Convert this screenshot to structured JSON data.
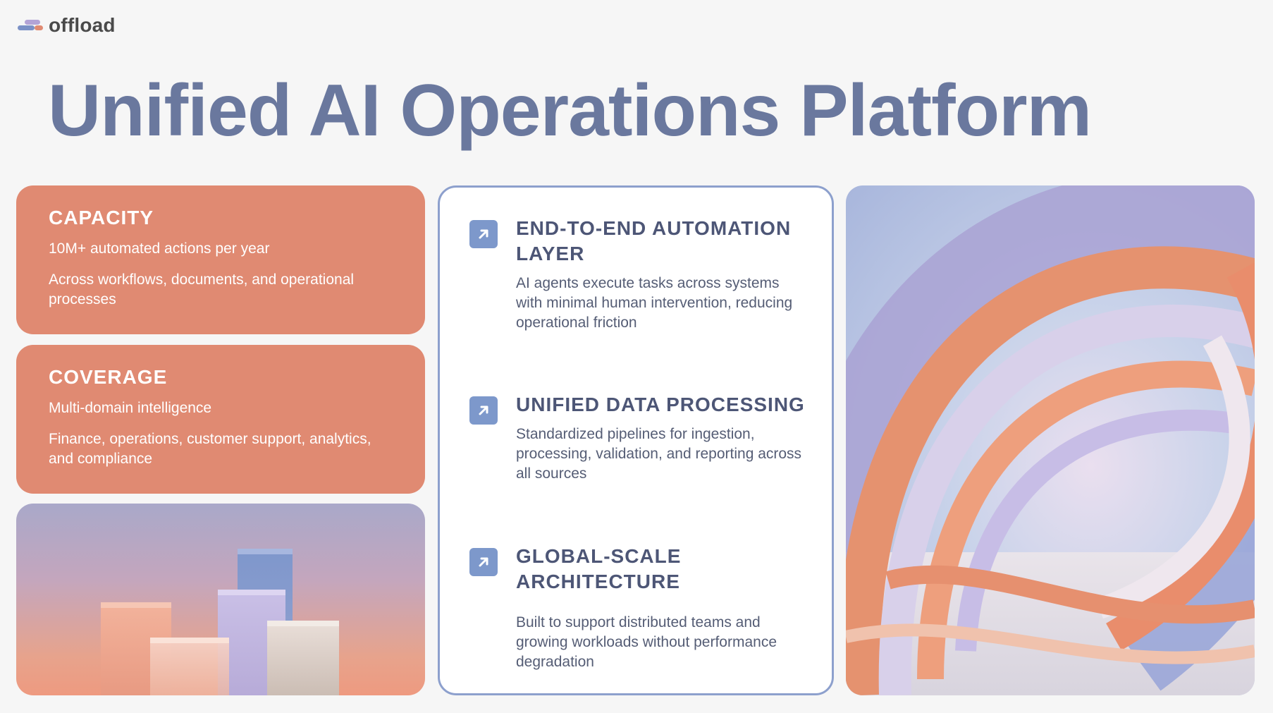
{
  "brand": {
    "name": "offload",
    "colors": {
      "accent": "#e08a72",
      "title": "#6a789e",
      "icon": "#7d98cb"
    }
  },
  "title": "Unified AI Operations Platform",
  "stats": [
    {
      "heading": "CAPACITY",
      "line1": "10M+ automated actions per year",
      "line2": "Across workflows, documents, and operational processes"
    },
    {
      "heading": "COVERAGE",
      "line1": "Multi-domain intelligence",
      "line2": "Finance, operations, customer support, analytics, and compliance"
    }
  ],
  "features": [
    {
      "icon": "arrow-up-right-icon",
      "title": "END-TO-END AUTOMATION LAYER",
      "desc": "AI agents execute tasks across systems with minimal human intervention, reducing operational friction"
    },
    {
      "icon": "arrow-up-right-icon",
      "title": "UNIFIED DATA PROCESSING",
      "desc": "Standardized pipelines for ingestion, processing, validation, and reporting across all sources"
    },
    {
      "icon": "arrow-up-right-icon",
      "title": "GLOBAL-SCALE ARCHITECTURE",
      "desc": "Built to support distributed teams and growing workloads without performance degradation"
    }
  ]
}
